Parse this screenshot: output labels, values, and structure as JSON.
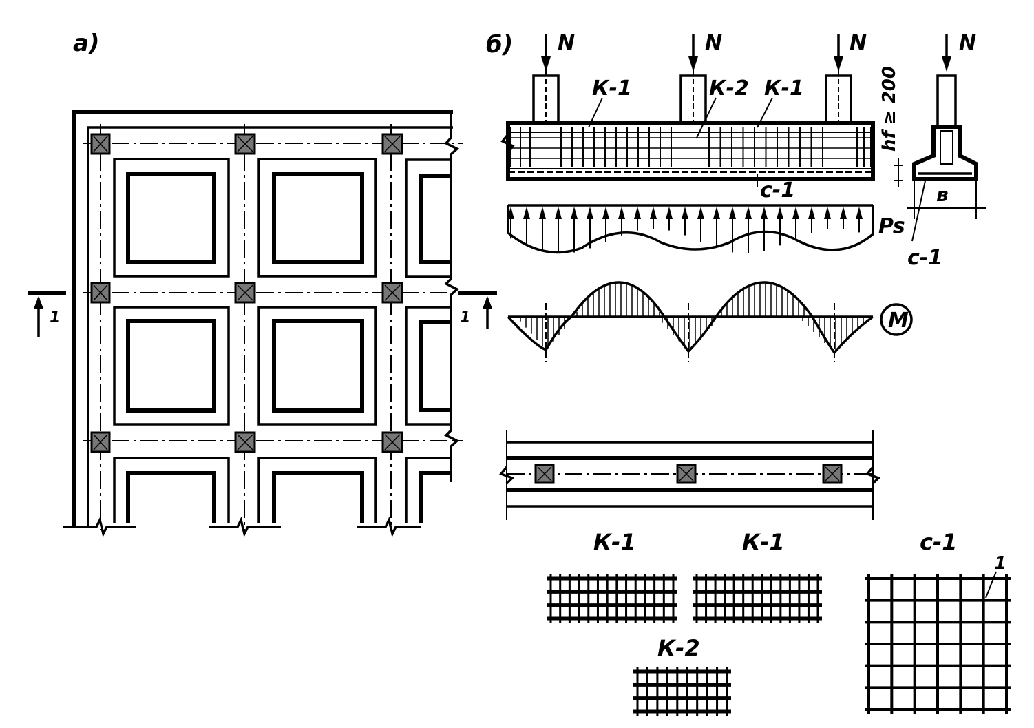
{
  "panels": {
    "a": "а)",
    "b": "б)"
  },
  "labels": {
    "load": "N",
    "k1": "К-1",
    "k2": "К-2",
    "c1": "с-1",
    "hf": "hf ≥ 200",
    "b": "в",
    "ps": "Ps",
    "moment": "M",
    "section": "1",
    "mark1": "1"
  },
  "colors": {
    "ink": "#000000",
    "paper": "#ffffff",
    "column_fill": "#777777"
  }
}
